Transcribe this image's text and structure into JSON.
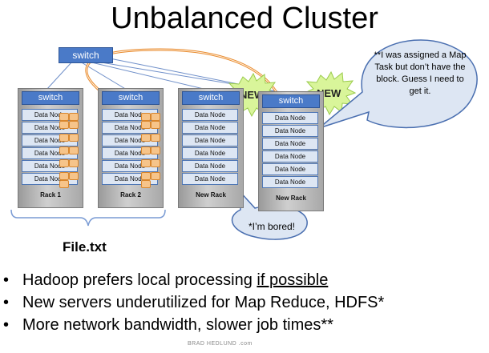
{
  "title": "Unbalanced Cluster",
  "top_switch_label": "switch",
  "racks": [
    {
      "switch_label": "switch",
      "label": "Rack 1",
      "nodes": [
        "Data Node",
        "Data Node",
        "Data Node",
        "Data Node",
        "Data Node",
        "Data Node"
      ]
    },
    {
      "switch_label": "switch",
      "label": "Rack 2",
      "nodes": [
        "Data Node",
        "Data Node",
        "Data Node",
        "Data Node",
        "Data Node",
        "Data Node"
      ]
    },
    {
      "switch_label": "switch",
      "label": "New Rack",
      "nodes": [
        "Data Node",
        "Data Node",
        "Data Node",
        "Data Node",
        "Data Node",
        "Data Node"
      ]
    },
    {
      "switch_label": "switch",
      "label": "New Rack",
      "nodes": [
        "Data Node",
        "Data Node",
        "Data Node",
        "Data Node",
        "Data Node",
        "Data Node"
      ]
    }
  ],
  "new_badges": [
    "NEW",
    "NEW"
  ],
  "callouts": {
    "map_task": "**I was assigned a Map Task but don’t have the block. Guess I need to get it.",
    "bored": "*I’m bored!"
  },
  "file_label": "File.txt",
  "bullets": [
    {
      "text": "Hadoop prefers local processing ",
      "underlined": "if possible"
    },
    {
      "text": "New servers underutilized for Map Reduce, HDFS*",
      "underlined": ""
    },
    {
      "text": "More network bandwidth, slower job times**",
      "underlined": ""
    }
  ],
  "bullet_glyph": "•",
  "credit": "BRAD HEDLUND .com",
  "colors": {
    "switch": "#4a7ac8",
    "data_node": "#dde6f3",
    "block": "#f6c48a",
    "path": "#e8892b",
    "new_burst": "#d9f59a",
    "callout_fill": "#dde6f3",
    "callout_stroke": "#4a6fb0"
  }
}
